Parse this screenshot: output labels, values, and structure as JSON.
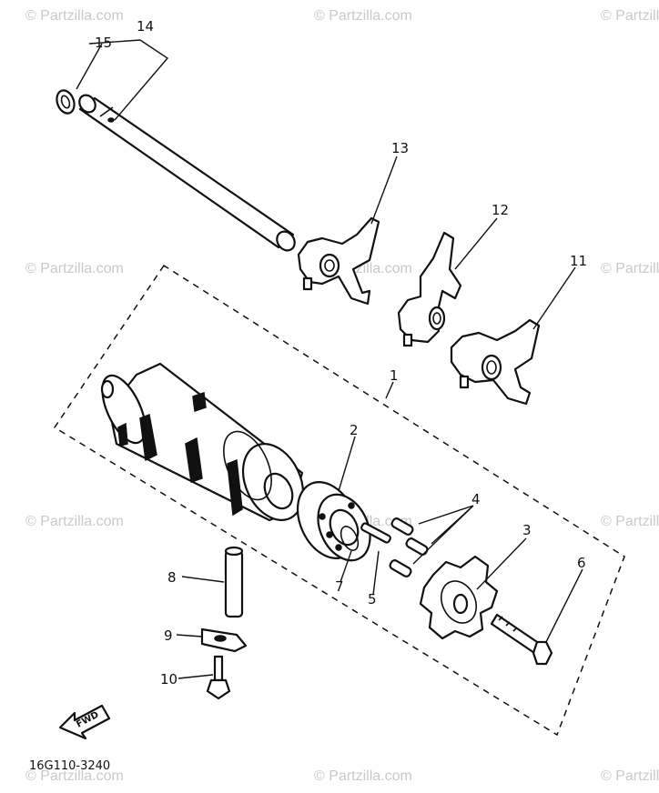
{
  "watermark_text": "© Partzilla.com",
  "diagram_code": "16G110-3240",
  "direction_label": "FWD",
  "callouts": {
    "c1": "1",
    "c2": "2",
    "c3": "3",
    "c4": "4",
    "c5": "5",
    "c6": "6",
    "c7": "7",
    "c8": "8",
    "c9": "9",
    "c10": "10",
    "c11": "11",
    "c12": "12",
    "c13": "13",
    "c14": "14",
    "c15": "15"
  }
}
